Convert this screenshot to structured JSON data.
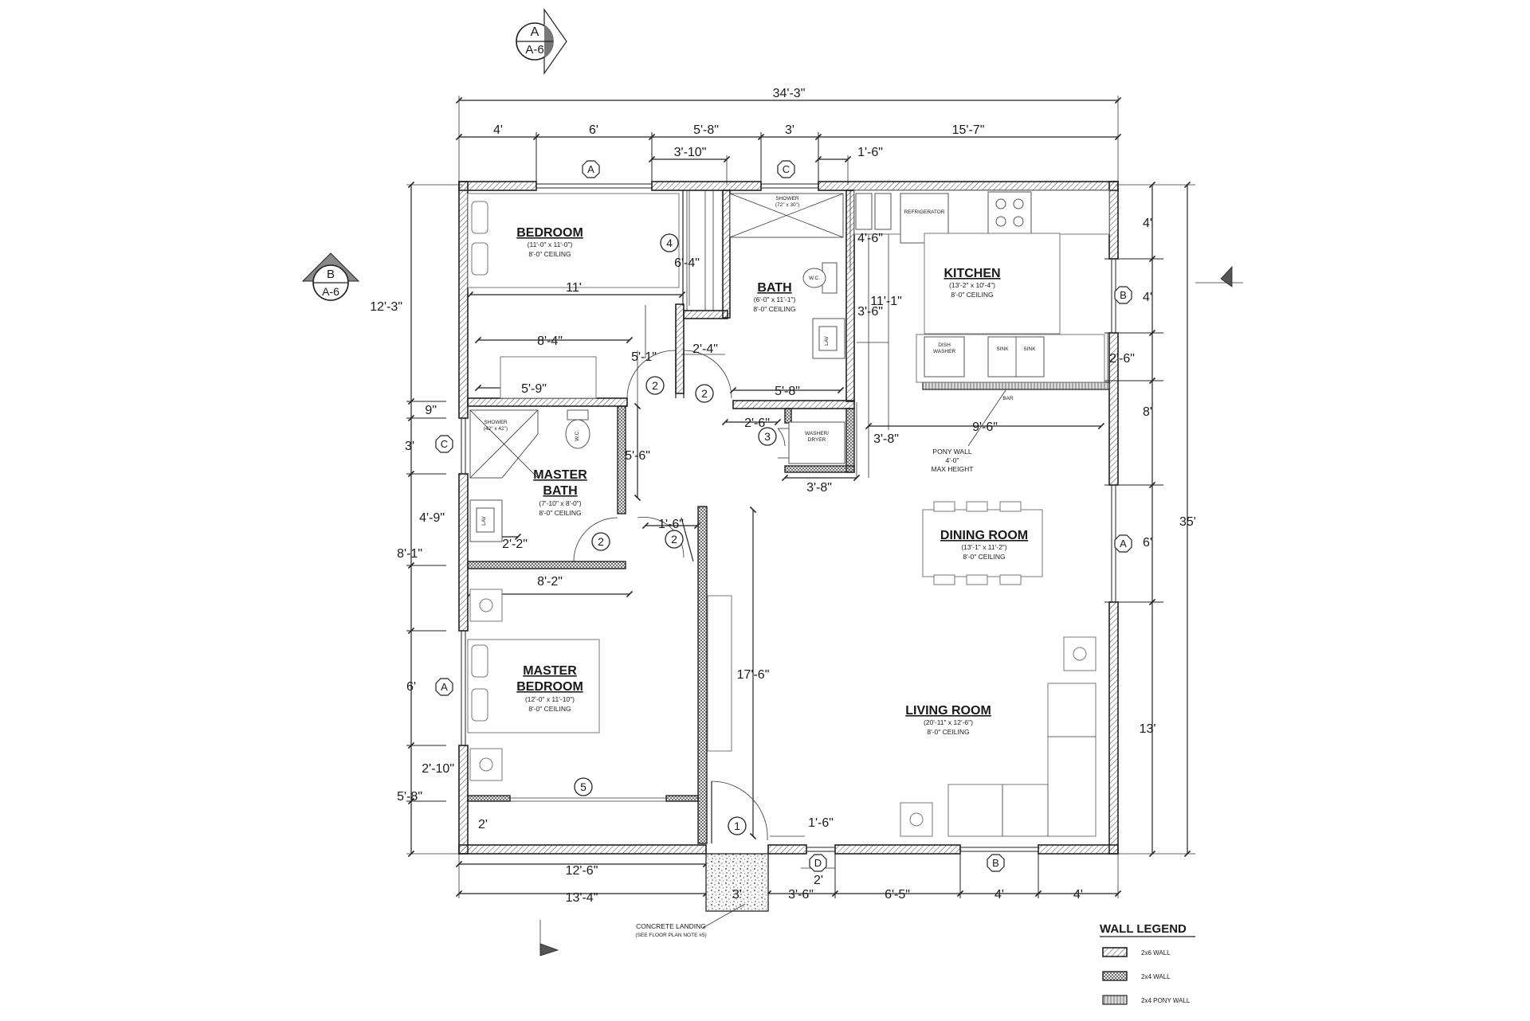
{
  "section_markers": {
    "top": {
      "letter": "A",
      "sheet": "A-6"
    },
    "left": {
      "letter": "B",
      "sheet": "A-6"
    }
  },
  "dimensions": {
    "top_total": "34'-3\"",
    "top_segments": [
      "4'",
      "6'",
      "5'-8\"",
      "3'",
      "15'-7\""
    ],
    "top_inner_a": "3'-10\"",
    "top_inner_b": "1'-6\"",
    "left_total": "12'-3\"",
    "left_a": "9\"",
    "left_b": "3'",
    "left_c": "4'-9\"",
    "left_d": "8'-1\"",
    "left_e": "6'",
    "left_f": "2'-10\"",
    "left_g": "5'-8\"",
    "right_total": "35'",
    "right_a": "4'",
    "right_b": "4'",
    "right_c": "2'-6\"",
    "right_d": "8'",
    "right_e": "6'",
    "right_f": "13'",
    "bottom_a": "12'-6\"",
    "bottom_b": "13'-4\"",
    "bottom_c": "3'",
    "bottom_d": "3'-6\"",
    "bottom_e": "6'-5\"",
    "bottom_f": "4'",
    "bottom_g": "4'",
    "bottom_h": "2'",
    "int_11": "11'",
    "int_6_4": "6'-4\"",
    "int_8_4": "8'-4\"",
    "int_5_9": "5'-9\"",
    "int_5_1": "5'-1\"",
    "int_2_4": "2'-4\"",
    "int_5_8": "5'-8\"",
    "int_2_6": "2'-6\"",
    "int_3_8a": "3'-8\"",
    "int_3_8b": "3'-8\"",
    "int_4_6": "4'-6\"",
    "int_11_1": "11'-1\"",
    "int_3_6": "3'-6\"",
    "int_9_6": "9'-6\"",
    "int_5_6": "5'-6\"",
    "int_1_6a": "1'-6\"",
    "int_1_6b": "1'-6\"",
    "int_2_2": "2'-2\"",
    "int_8_2": "8'-2\"",
    "int_17_6": "17'-6\"",
    "int_2": "2'"
  },
  "rooms": {
    "bedroom": {
      "name": "BEDROOM",
      "size": "(11'-0\" x 11'-0\")",
      "ceiling": "8'-0\" CEILING"
    },
    "bath": {
      "name": "BATH",
      "size": "(6'-0\" x 11'-1\")",
      "ceiling": "8'-0\" CEILING"
    },
    "kitchen": {
      "name": "KITCHEN",
      "size": "(13'-2\" x 10'-4\")",
      "ceiling": "8'-0\" CEILING"
    },
    "master_bath": {
      "name": "MASTER",
      "name2": "BATH",
      "size": "(7'-10\" x 8'-0\")",
      "ceiling": "8'-0\" CEILING"
    },
    "dining": {
      "name": "DINING ROOM",
      "size": "(13'-1\" x 11'-2\")",
      "ceiling": "8'-0\" CEILING"
    },
    "master_bedroom": {
      "name": "MASTER",
      "name2": "BEDROOM",
      "size": "(12'-0\" x 11'-10\")",
      "ceiling": "8'-0\" CEILING"
    },
    "living": {
      "name": "LIVING ROOM",
      "size": "(20'-11\" x 12'-6\")",
      "ceiling": "8'-0\" CEILING"
    }
  },
  "fixtures": {
    "shower_bath": "SHOWER",
    "shower_bath_size": "(72\" x 30\")",
    "wc": "W.C.",
    "lav": "LAV",
    "refrigerator": "REFRIGERATOR",
    "dishwasher": "DISH",
    "dishwasher2": "WASHER",
    "sink": "SINK",
    "bar": "BAR",
    "washer": "WASHER/",
    "washer2": "DRYER",
    "shower_master": "SHOWER",
    "shower_master_size": "(42\" x 42\")"
  },
  "notes": {
    "pony_wall_1": "PONY WALL",
    "pony_wall_2": "4'-0\"",
    "pony_wall_3": "MAX HEIGHT",
    "landing_1": "CONCRETE LANDING",
    "landing_2": "(SEE FLOOR PLAN NOTE #5)"
  },
  "tags": {
    "door_1": "1",
    "door_2": "2",
    "door_3": "3",
    "door_4": "4",
    "door_5": "5",
    "win_a": "A",
    "win_b": "B",
    "win_c": "C",
    "win_d": "D"
  },
  "legend": {
    "title": "WALL LEGEND",
    "items": [
      "2x6 WALL",
      "2x4 WALL",
      "2x4 PONY WALL"
    ]
  }
}
